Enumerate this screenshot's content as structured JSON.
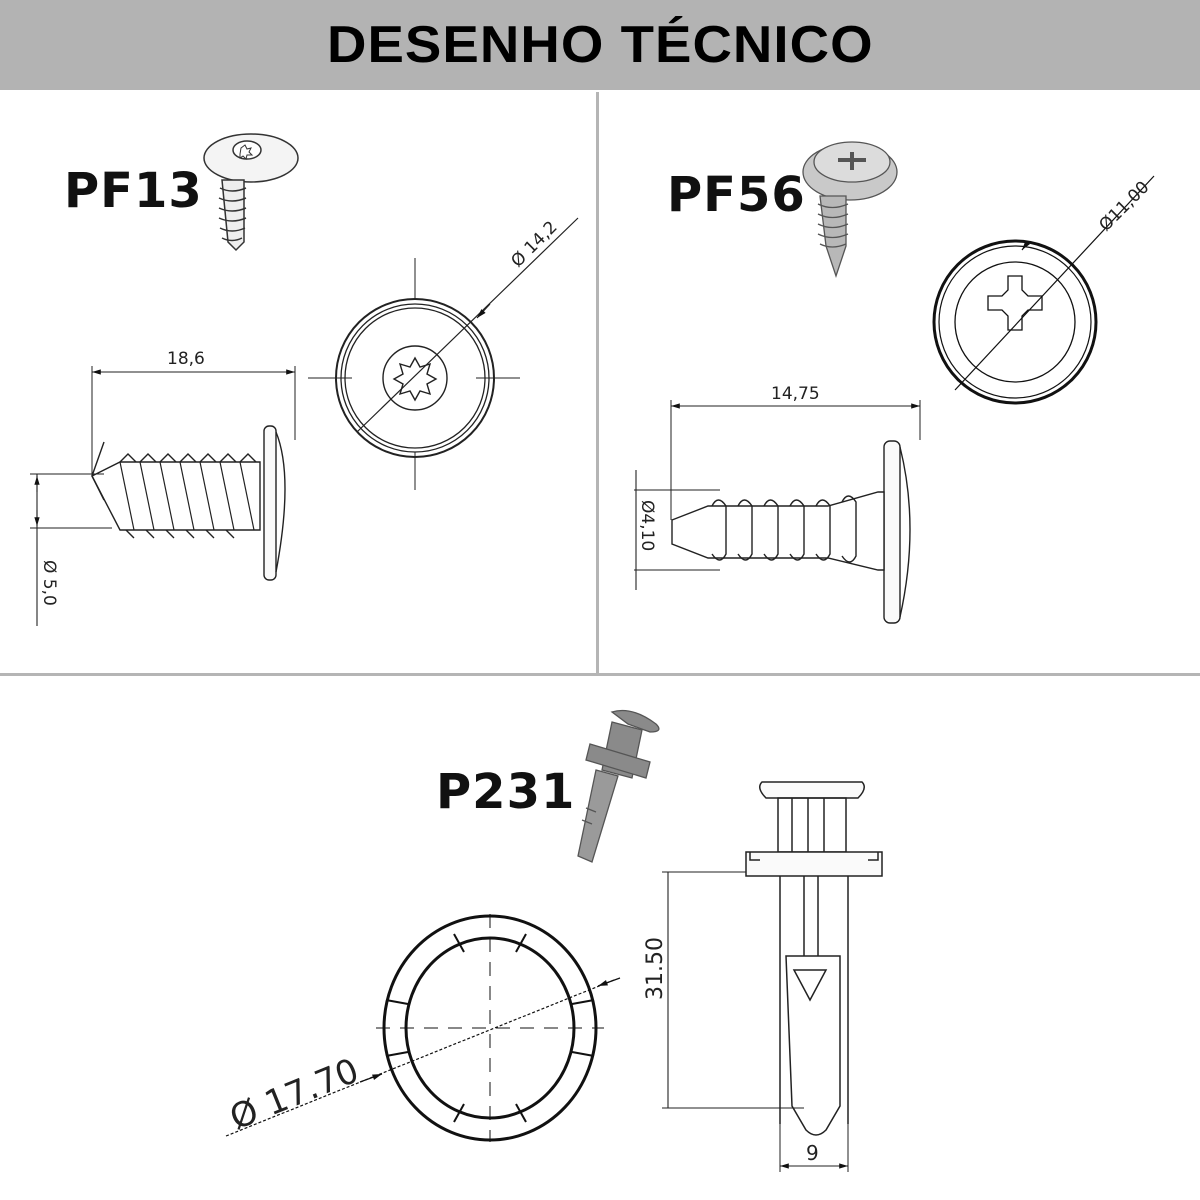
{
  "header": {
    "title": "DESENHO TÉCNICO",
    "background": "#b3b3b3"
  },
  "panels": [
    {
      "id": "pf13",
      "label": "PF13",
      "drive": "torx",
      "dimensions": {
        "head_diameter": "Ø 14,2",
        "length": "18,6",
        "thread_diameter": "Ø 5,0"
      }
    },
    {
      "id": "pf56",
      "label": "PF56",
      "drive": "phillips",
      "dimensions": {
        "head_diameter": "Ø11,00",
        "length": "14,75",
        "thread_diameter": "Ø4,10"
      }
    },
    {
      "id": "p231",
      "label": "P231",
      "type": "push-rivet",
      "dimensions": {
        "head_diameter": "Ø 17.70",
        "length": "31.50",
        "width": "9"
      }
    }
  ]
}
